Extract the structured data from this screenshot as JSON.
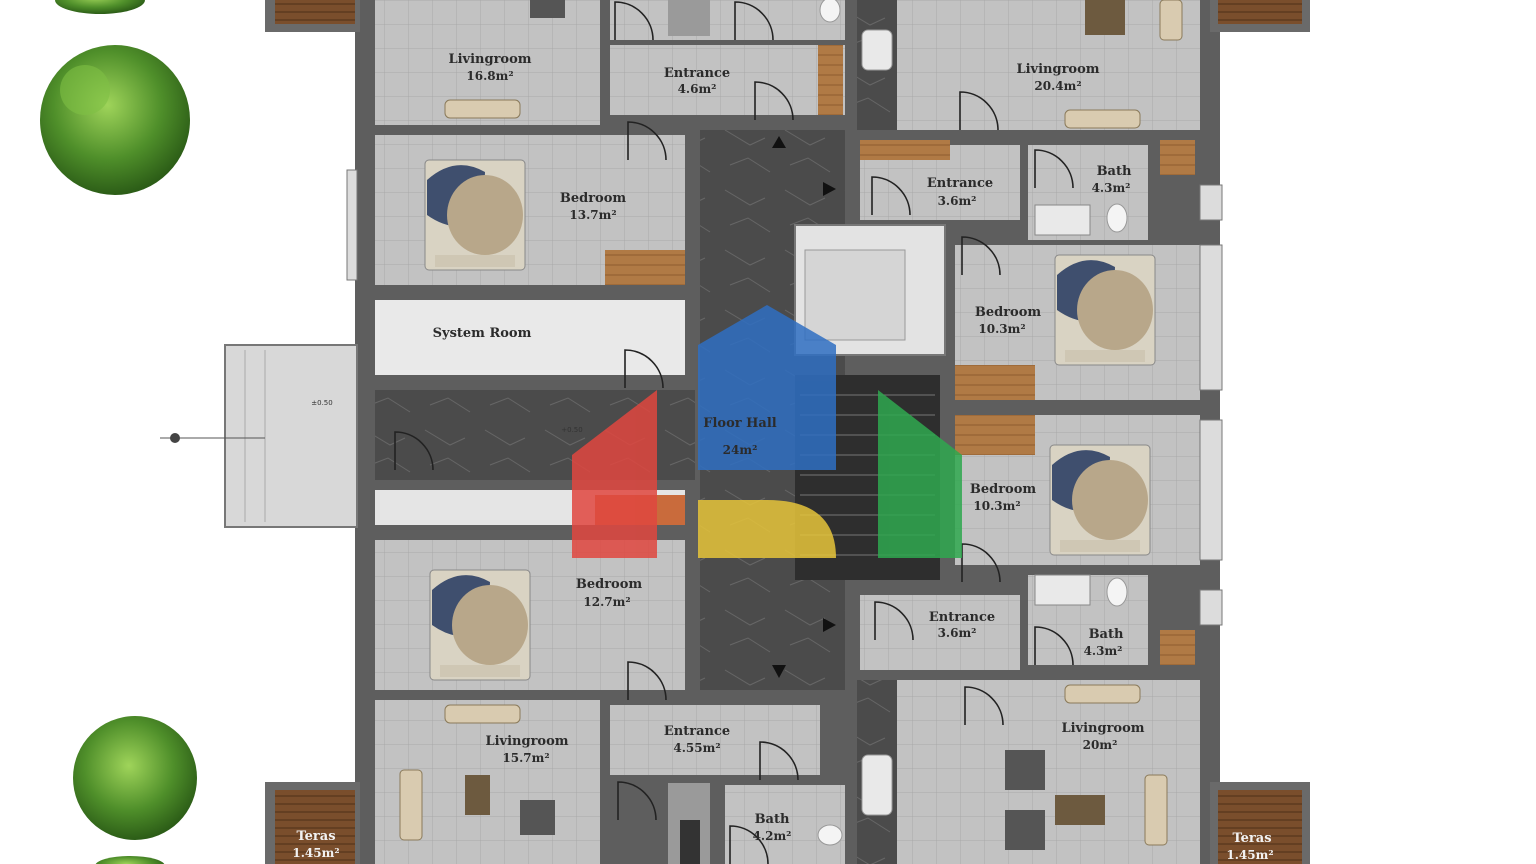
{
  "rooms": {
    "living_tl": {
      "name": "Livingroom",
      "area": "16.8m²"
    },
    "entrance_t": {
      "name": "Entrance",
      "area": "4.6m²"
    },
    "living_tr": {
      "name": "Livingroom",
      "area": "20.4m²"
    },
    "bedroom_l1": {
      "name": "Bedroom",
      "area": "13.7m²"
    },
    "entrance_r1": {
      "name": "Entrance",
      "area": "3.6m²"
    },
    "bath_r1": {
      "name": "Bath",
      "area": "4.3m²"
    },
    "bedroom_r1": {
      "name": "Bedroom",
      "area": "10.3m²"
    },
    "system_room": {
      "name": "System Room",
      "area": ""
    },
    "floor_hall": {
      "name": "Floor Hall",
      "area": "24m²"
    },
    "bedroom_r2": {
      "name": "Bedroom",
      "area": "10.3m²"
    },
    "bedroom_l2": {
      "name": "Bedroom",
      "area": "12.7m²"
    },
    "entrance_r2": {
      "name": "Entrance",
      "area": "3.6m²"
    },
    "bath_r2": {
      "name": "Bath",
      "area": "4.3m²"
    },
    "living_bl": {
      "name": "Livingroom",
      "area": "15.7m²"
    },
    "entrance_b": {
      "name": "Entrance",
      "area": "4.55m²"
    },
    "living_br": {
      "name": "Livingroom",
      "area": "20m²"
    },
    "bath_b": {
      "name": "Bath",
      "area": "4.2m²"
    },
    "terrace_bl": {
      "name": "Teras",
      "area": "1.45m²"
    },
    "terrace_br": {
      "name": "Teras",
      "area": "1.45m²"
    }
  },
  "level_marks": {
    "outer": "±0.50",
    "hall": "+0.50"
  },
  "colors": {
    "wall": "#5b5b5b",
    "floor_tile": "#bfbfbf",
    "hall_stone": "#4a4a4a",
    "wood": "#b07a45",
    "tree": "#4f8f2a",
    "logo_blue": "#2f6fc2",
    "logo_red": "#e0473f",
    "logo_yellow": "#e7c53a",
    "logo_green": "#2fa84f"
  },
  "icons": [
    "tree-icon",
    "bed-icon",
    "door-swing-icon",
    "sofa-icon",
    "toilet-icon",
    "sink-icon",
    "stair-arrow-icon",
    "brand-logo-icon"
  ]
}
